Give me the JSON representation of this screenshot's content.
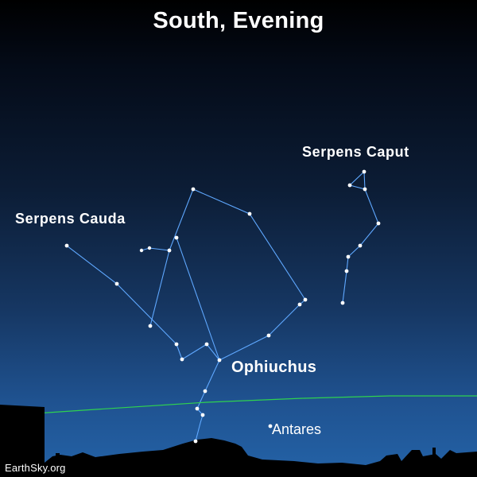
{
  "title": "South, Evening",
  "labels": {
    "serpens_cauda": "Serpens Cauda",
    "serpens_caput": "Serpens Caput",
    "ophiuchus": "Ophiuchus",
    "antares": "Antares"
  },
  "credit": "EarthSky.org",
  "colors": {
    "constellation_line": "#5fa8ff",
    "horizon_line": "#2fd24f",
    "star": "#ffffff",
    "text": "#ffffff",
    "landscape": "#000000"
  }
}
